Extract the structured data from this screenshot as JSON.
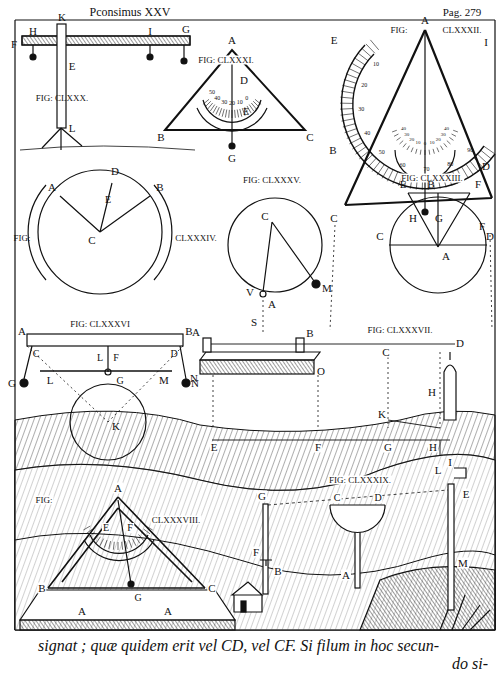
{
  "diagram": {
    "title": "Pconsimus XXV",
    "labels": [
      "Pag. 279",
      "H",
      "K",
      "I",
      "F",
      "G",
      "E",
      "FIG: CLXXX.",
      "L",
      "A",
      "FIG: CLXXXI.",
      "D",
      "E",
      "B",
      "C",
      "G",
      "50",
      "40",
      "30",
      "20",
      "10",
      "0",
      "FIG:",
      "A",
      "CLXXXII.",
      "E",
      "I",
      "B",
      "D",
      "C",
      "H",
      "G",
      "F",
      "10",
      "20",
      "30",
      "40",
      "50",
      "60",
      "70",
      "80",
      "90",
      "40",
      "30",
      "20",
      "10",
      "0",
      "10",
      "20",
      "30",
      "40",
      "A",
      "D",
      "E",
      "B",
      "C",
      "FIG:",
      "CLXXXIV.",
      "FIG: CLXXXV.",
      "C",
      "M",
      "V",
      "A",
      "S",
      "FIG: CLXXXIII.",
      "E",
      "B",
      "F",
      "C",
      "A",
      "D",
      "FIG: CLXXXVI",
      "A",
      "B",
      "C",
      "L",
      "F",
      "D",
      "L",
      "G",
      "G",
      "M",
      "N",
      "K",
      "A",
      "B",
      "N",
      "O",
      "FIG: CLXXXVII.",
      "C",
      "D",
      "H",
      "K",
      "E",
      "F",
      "G",
      "H",
      "I",
      "FIG: CLXXXIX.",
      "G",
      "C",
      "D",
      "E",
      "L",
      "F",
      "B",
      "A",
      "M",
      "FIG:",
      "A",
      "CLXXXVIII.",
      "E",
      "F",
      "B",
      "G",
      "C",
      "A",
      "A",
      "signat ; quæ quidem erit vel CD, vel CF. Si filum in hoc secun-",
      "do si-"
    ]
  }
}
